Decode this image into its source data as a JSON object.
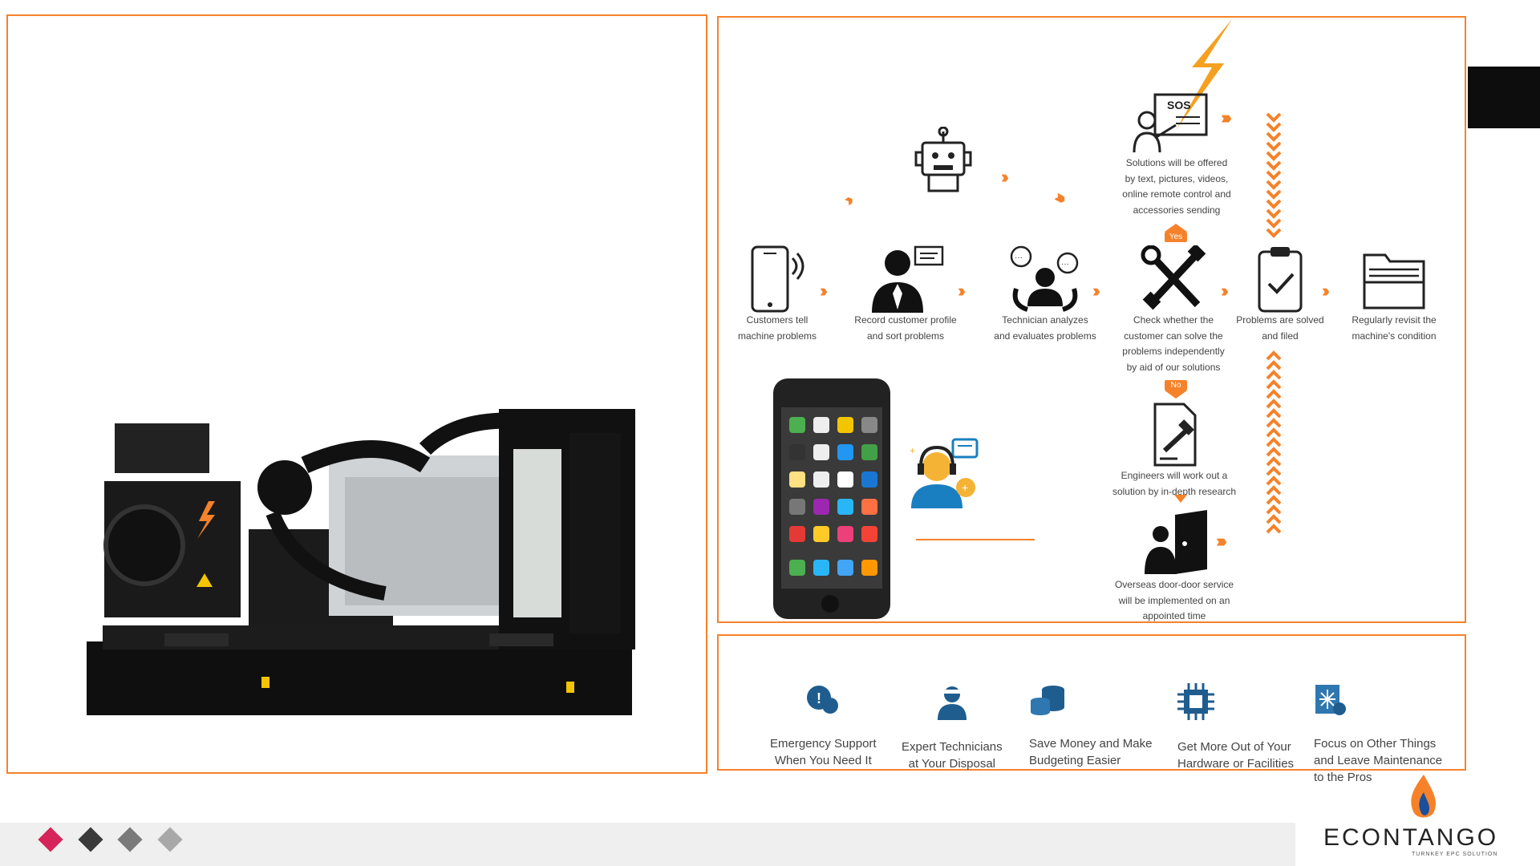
{
  "flow": {
    "customers_tell": "Customers tell\nmachine problems",
    "record_profile": "Record customer profile\nand sort problems",
    "technician_analyzes": "Technician analyzes\nand evaluates problems",
    "check_customer": "Check whether the\ncustomer can solve the\nproblems independently\nby aid of our solutions",
    "problems_solved": "Problems are solved\nand filed",
    "regularly_revisit": "Regularly revisit the\nmachine's condition",
    "solutions_offered": "Solutions will be offered\nby text, pictures, videos,\nonline remote control and\naccessories sending",
    "engineers_research": "Engineers will work out a\nsolution by in-depth research",
    "overseas_service": "Overseas door-door service\nwill be implemented on an\nappointed time",
    "yes_label": "Yes",
    "no_label": "No",
    "sos_label": "SOS"
  },
  "benefits": [
    {
      "label": "Emergency Support\nWhen You Need It",
      "icon": "chat-alert-icon"
    },
    {
      "label": "Expert Technicians\nat Your Disposal",
      "icon": "technician-icon"
    },
    {
      "label": "Save Money and Make\nBudgeting Easier",
      "icon": "coins-icon"
    },
    {
      "label": "Get More Out of Your\nHardware or Facilities",
      "icon": "chip-icon"
    },
    {
      "label": "Focus on Other Things\nand Leave Maintenance\nto the Pros",
      "icon": "snowflake-doc-icon"
    }
  ],
  "logo": {
    "name": "ECONTANGO",
    "tagline": "TURNKEY EPC SOLUTION"
  },
  "colors": {
    "accent": "#f5822a",
    "dot1": "#d6245a",
    "dot2": "#3a3a3a",
    "dot3": "#7a7a7a",
    "dot4": "#a8a8a8"
  }
}
